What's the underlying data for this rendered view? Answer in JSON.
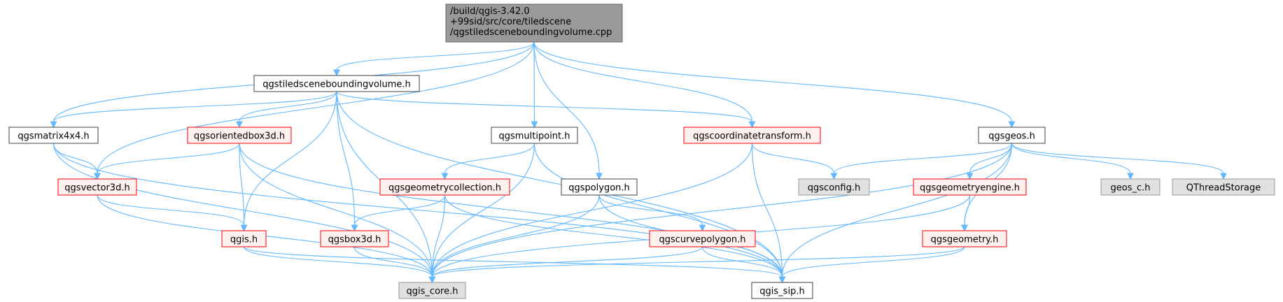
{
  "colors": {
    "edge": "#63b8ff",
    "root_fill": "#999999",
    "root_border": "#666666",
    "plain_fill": "#ffffff",
    "plain_border": "#404040",
    "red_fill": "#fff0f0",
    "red_border": "#ff0000",
    "gray_fill": "#e0e0e0",
    "gray_border": "#999999",
    "text": "#000000"
  },
  "nodes": [
    {
      "id": "root",
      "style": "root",
      "lines": [
        "/build/qgis-3.42.0",
        "+99sid/src/core/tiledscene",
        "/qgstiledsceneboundingvolume.cpp"
      ]
    },
    {
      "id": "qgstiledsceneboundingvolume_h",
      "style": "plain",
      "lines": [
        "qgstiledsceneboundingvolume.h"
      ]
    },
    {
      "id": "qgsmatrix4x4_h",
      "style": "plain",
      "lines": [
        "qgsmatrix4x4.h"
      ]
    },
    {
      "id": "qgsorientedbox3d_h",
      "style": "red",
      "lines": [
        "qgsorientedbox3d.h"
      ]
    },
    {
      "id": "qgsvector3d_h",
      "style": "red",
      "lines": [
        "qgsvector3d.h"
      ]
    },
    {
      "id": "qgis_h",
      "style": "red",
      "lines": [
        "qgis.h"
      ]
    },
    {
      "id": "qgsbox3d_h",
      "style": "red",
      "lines": [
        "qgsbox3d.h"
      ]
    },
    {
      "id": "qgsmultipoint_h",
      "style": "plain",
      "lines": [
        "qgsmultipoint.h"
      ]
    },
    {
      "id": "qgsgeometrycollection_h",
      "style": "red",
      "lines": [
        "qgsgeometrycollection.h"
      ]
    },
    {
      "id": "qgspolygon_h",
      "style": "plain",
      "lines": [
        "qgspolygon.h"
      ]
    },
    {
      "id": "qgscurvepolygon_h",
      "style": "red",
      "lines": [
        "qgscurvepolygon.h"
      ]
    },
    {
      "id": "qgscoordinatetransform_h",
      "style": "red",
      "lines": [
        "qgscoordinatetransform.h"
      ]
    },
    {
      "id": "qgsconfig_h",
      "style": "gray",
      "lines": [
        "qgsconfig.h"
      ]
    },
    {
      "id": "qgsgeos_h",
      "style": "plain",
      "lines": [
        "qgsgeos.h"
      ]
    },
    {
      "id": "qgsgeometryengine_h",
      "style": "red",
      "lines": [
        "qgsgeometryengine.h"
      ]
    },
    {
      "id": "qgsgeometry_h",
      "style": "red",
      "lines": [
        "qgsgeometry.h"
      ]
    },
    {
      "id": "geos_c_h",
      "style": "gray",
      "lines": [
        "geos_c.h"
      ]
    },
    {
      "id": "qthreadstorage",
      "style": "gray",
      "lines": [
        "QThreadStorage"
      ]
    },
    {
      "id": "qgis_core_h",
      "style": "gray",
      "lines": [
        "qgis_core.h"
      ]
    },
    {
      "id": "qgis_sip_h",
      "style": "plain",
      "lines": [
        "qgis_sip.h"
      ]
    }
  ],
  "edges": [
    [
      "root",
      "qgstiledsceneboundingvolume_h"
    ],
    [
      "root",
      "qgsmatrix4x4_h"
    ],
    [
      "root",
      "qgsvector3d_h"
    ],
    [
      "root",
      "qgsmultipoint_h"
    ],
    [
      "root",
      "qgspolygon_h"
    ],
    [
      "root",
      "qgscoordinatetransform_h"
    ],
    [
      "root",
      "qgsgeos_h"
    ],
    [
      "qgstiledsceneboundingvolume_h",
      "qgsmatrix4x4_h"
    ],
    [
      "qgstiledsceneboundingvolume_h",
      "qgsorientedbox3d_h"
    ],
    [
      "qgstiledsceneboundingvolume_h",
      "qgis_h"
    ],
    [
      "qgstiledsceneboundingvolume_h",
      "qgsbox3d_h"
    ],
    [
      "qgstiledsceneboundingvolume_h",
      "qgscoordinatetransform_h"
    ],
    [
      "qgstiledsceneboundingvolume_h",
      "qgis_core_h"
    ],
    [
      "qgstiledsceneboundingvolume_h",
      "qgis_sip_h"
    ],
    [
      "qgsmatrix4x4_h",
      "qgsvector3d_h"
    ],
    [
      "qgsmatrix4x4_h",
      "qgis_core_h"
    ],
    [
      "qgsmatrix4x4_h",
      "qgis_sip_h"
    ],
    [
      "qgsorientedbox3d_h",
      "qgsvector3d_h"
    ],
    [
      "qgsorientedbox3d_h",
      "qgis_h"
    ],
    [
      "qgsorientedbox3d_h",
      "qgis_core_h"
    ],
    [
      "qgsorientedbox3d_h",
      "qgis_sip_h"
    ],
    [
      "qgsvector3d_h",
      "qgis_h"
    ],
    [
      "qgsvector3d_h",
      "qgis_core_h"
    ],
    [
      "qgis_h",
      "qgis_core_h"
    ],
    [
      "qgis_h",
      "qgis_sip_h"
    ],
    [
      "qgsbox3d_h",
      "qgis_core_h"
    ],
    [
      "qgsmultipoint_h",
      "qgsgeometrycollection_h"
    ],
    [
      "qgsmultipoint_h",
      "qgis_core_h"
    ],
    [
      "qgsmultipoint_h",
      "qgis_sip_h"
    ],
    [
      "qgsgeometrycollection_h",
      "qgsbox3d_h"
    ],
    [
      "qgsgeometrycollection_h",
      "qgis_core_h"
    ],
    [
      "qgsgeometrycollection_h",
      "qgis_sip_h"
    ],
    [
      "qgspolygon_h",
      "qgscurvepolygon_h"
    ],
    [
      "qgspolygon_h",
      "qgis_core_h"
    ],
    [
      "qgspolygon_h",
      "qgis_sip_h"
    ],
    [
      "qgscurvepolygon_h",
      "qgis_core_h"
    ],
    [
      "qgscurvepolygon_h",
      "qgis_sip_h"
    ],
    [
      "qgscoordinatetransform_h",
      "qgsconfig_h"
    ],
    [
      "qgscoordinatetransform_h",
      "qgis_core_h"
    ],
    [
      "qgscoordinatetransform_h",
      "qgis_sip_h"
    ],
    [
      "qgsgeos_h",
      "qgsconfig_h"
    ],
    [
      "qgsgeos_h",
      "qgsgeometryengine_h"
    ],
    [
      "qgsgeos_h",
      "qgsgeometry_h"
    ],
    [
      "qgsgeos_h",
      "geos_c_h"
    ],
    [
      "qgsgeos_h",
      "qthreadstorage"
    ],
    [
      "qgsgeos_h",
      "qgis_core_h"
    ],
    [
      "qgsgeos_h",
      "qgis_sip_h"
    ],
    [
      "qgsgeometryengine_h",
      "qgsgeometry_h"
    ],
    [
      "qgsgeometryengine_h",
      "qgis_core_h"
    ],
    [
      "qgsgeometry_h",
      "qgis_core_h"
    ],
    [
      "qgsgeometry_h",
      "qgis_sip_h"
    ]
  ]
}
